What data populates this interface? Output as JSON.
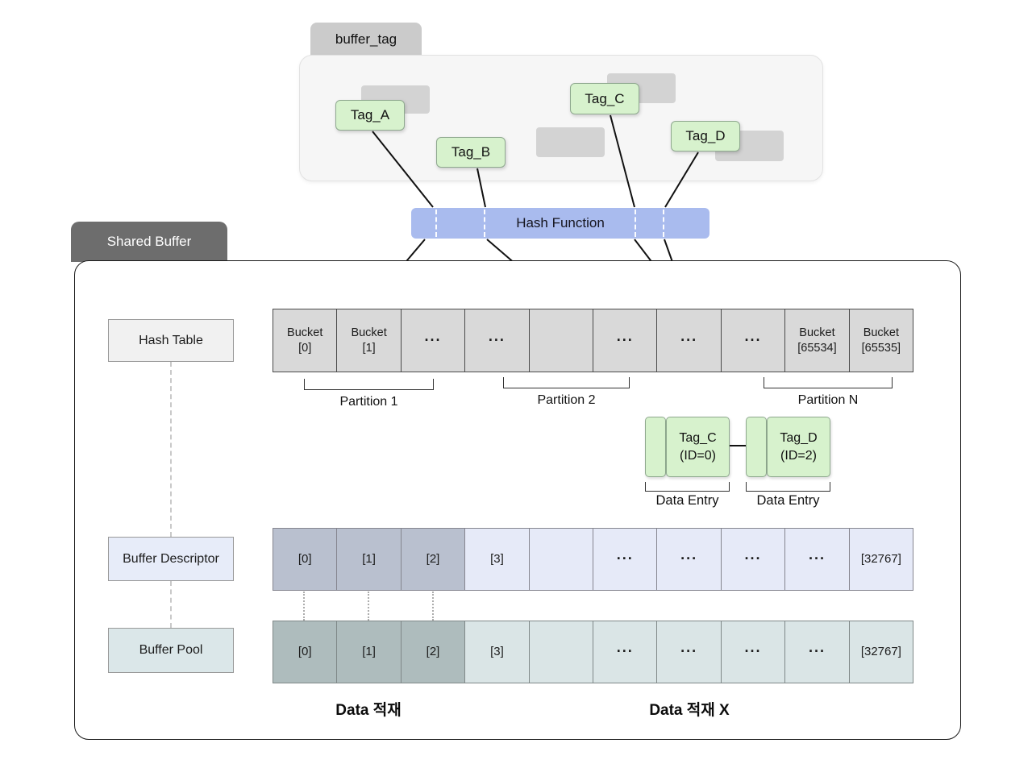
{
  "buffer_tag_panel": {
    "tab": "buffer_tag",
    "tags": [
      "Tag_A",
      "Tag_B",
      "Tag_C",
      "Tag_D"
    ]
  },
  "hash_function": {
    "label": "Hash Function"
  },
  "shared_buffer": {
    "tab": "Shared Buffer",
    "labels": {
      "hash_table": "Hash Table",
      "buffer_descriptor": "Buffer Descriptor",
      "buffer_pool": "Buffer Pool"
    },
    "bucket_row": [
      {
        "l1": "Bucket",
        "l2": "[0]"
      },
      {
        "l1": "Bucket",
        "l2": "[1]"
      },
      {
        "l1": "···",
        "l2": ""
      },
      {
        "l1": "···",
        "l2": ""
      },
      {
        "l1": "",
        "l2": ""
      },
      {
        "l1": "···",
        "l2": ""
      },
      {
        "l1": "···",
        "l2": ""
      },
      {
        "l1": "···",
        "l2": ""
      },
      {
        "l1": "Bucket",
        "l2": "[65534]"
      },
      {
        "l1": "Bucket",
        "l2": "[65535]"
      }
    ],
    "partitions": [
      "Partition 1",
      "Partition 2",
      "Partition N"
    ],
    "data_entries": [
      {
        "tag": "Tag_C",
        "id": "(ID=0)",
        "caption": "Data Entry"
      },
      {
        "tag": "Tag_D",
        "id": "(ID=2)",
        "caption": "Data Entry"
      }
    ],
    "descriptor_row": [
      "[0]",
      "[1]",
      "[2]",
      "[3]",
      "",
      "···",
      "···",
      "···",
      "···",
      "[32767]"
    ],
    "pool_row": [
      "[0]",
      "[1]",
      "[2]",
      "[3]",
      "",
      "···",
      "···",
      "···",
      "···",
      "[32767]"
    ],
    "captions": {
      "loaded": "Data 적재",
      "not_loaded": "Data 적재 X"
    }
  },
  "colors": {
    "tag_green": "#d7f2cd",
    "hash_bar": "#a9bbee",
    "bucket_cell": "#d9d9d9",
    "desc_dark": "#b9c0cf",
    "desc_light": "#e6eaf8",
    "pool_dark": "#aebcbd",
    "pool_light": "#dae5e6",
    "shared_tab": "#6d6d6d",
    "ghost": "#d3d3d3"
  }
}
